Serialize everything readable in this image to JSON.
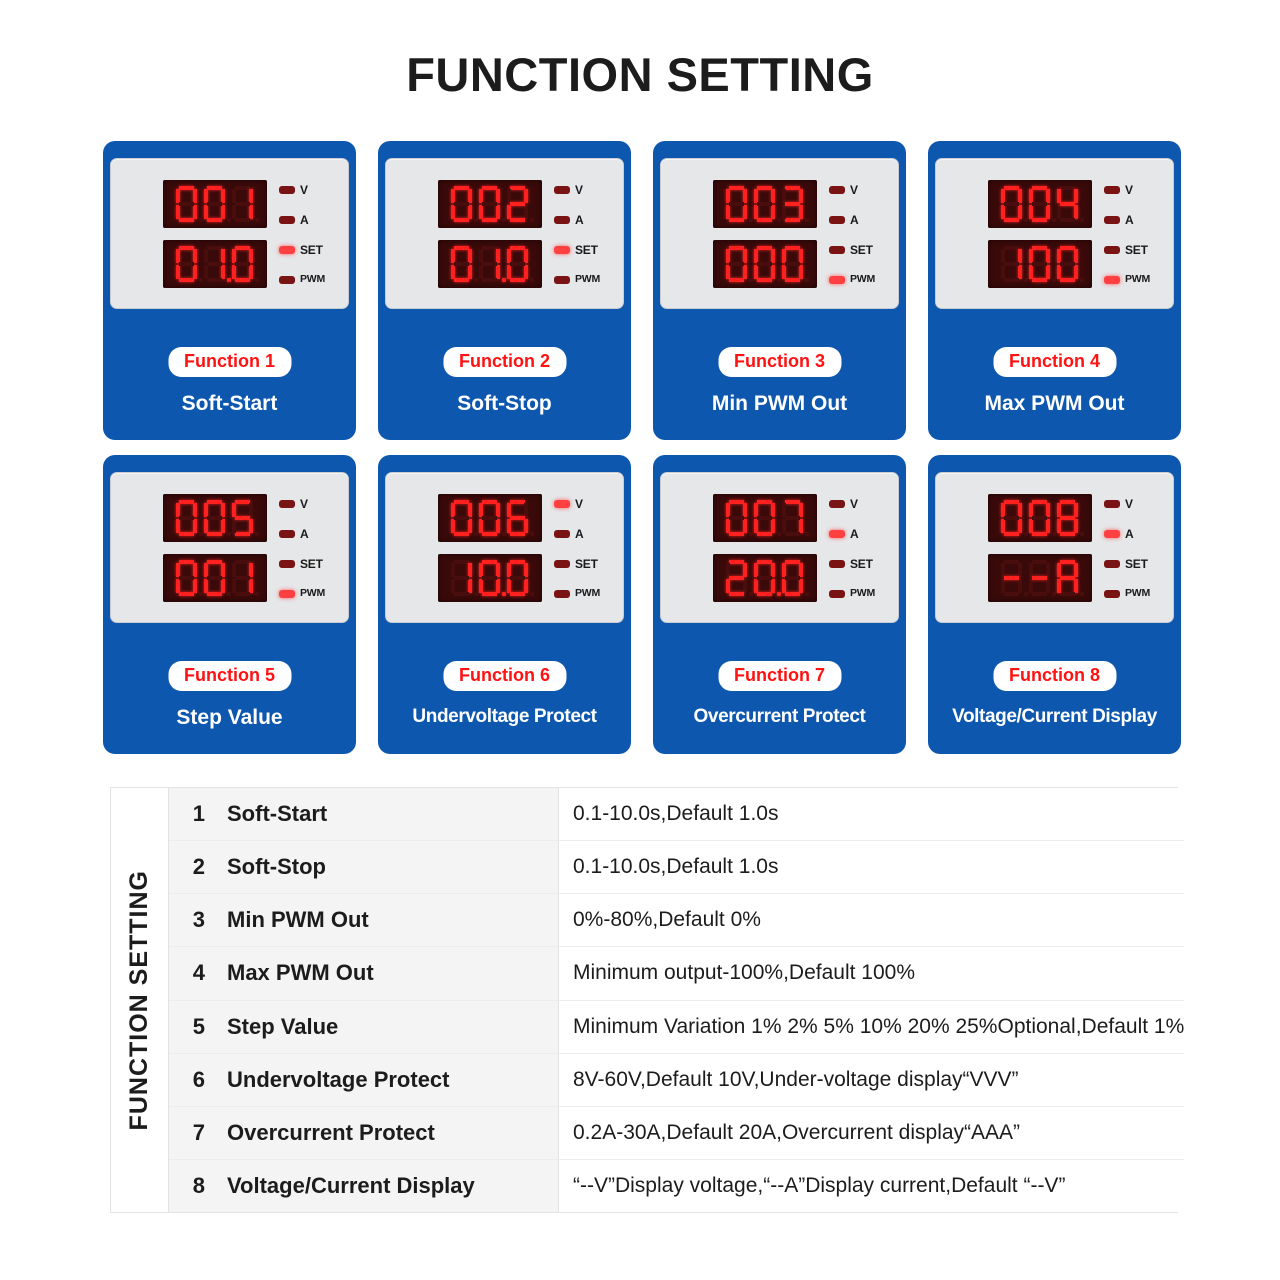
{
  "page": {
    "title": "FUNCTION SETTING",
    "accent_blue": "#0d57ae",
    "led_on_color": "#ff4040",
    "led_off_color": "#7a1414",
    "pill_text_color": "#ff1212"
  },
  "led_labels": {
    "v": "V",
    "a": "A",
    "set": "SET",
    "pwm": "PWM"
  },
  "cards": [
    {
      "pill": "Function 1",
      "name": "Soft-Start",
      "top_display": "001",
      "bottom_display": "01.0",
      "leds": {
        "v": false,
        "a": false,
        "set": true,
        "pwm": false
      }
    },
    {
      "pill": "Function 2",
      "name": "Soft-Stop",
      "top_display": "002",
      "bottom_display": "01.0",
      "leds": {
        "v": false,
        "a": false,
        "set": true,
        "pwm": false
      }
    },
    {
      "pill": "Function 3",
      "name": "Min PWM Out",
      "top_display": "003",
      "bottom_display": "000",
      "leds": {
        "v": false,
        "a": false,
        "set": false,
        "pwm": true
      }
    },
    {
      "pill": "Function 4",
      "name": "Max PWM Out",
      "top_display": "004",
      "bottom_display": "100",
      "leds": {
        "v": false,
        "a": false,
        "set": false,
        "pwm": true
      }
    },
    {
      "pill": "Function 5",
      "name": "Step Value",
      "top_display": "005",
      "bottom_display": "001",
      "leds": {
        "v": false,
        "a": false,
        "set": false,
        "pwm": true
      }
    },
    {
      "pill": "Function 6",
      "name": "Undervoltage Protect",
      "top_display": "006",
      "bottom_display": "10.0",
      "leds": {
        "v": true,
        "a": false,
        "set": false,
        "pwm": false
      }
    },
    {
      "pill": "Function 7",
      "name": "Overcurrent Protect",
      "top_display": "007",
      "bottom_display": "20.0",
      "leds": {
        "v": false,
        "a": true,
        "set": false,
        "pwm": false
      }
    },
    {
      "pill": "Function 8",
      "name": "Voltage/Current Display",
      "top_display": "008",
      "bottom_display": "--A",
      "leds": {
        "v": false,
        "a": true,
        "set": false,
        "pwm": false
      }
    }
  ],
  "table": {
    "vertical_header": "FUNCTION SETTING",
    "rows": [
      {
        "num": "1",
        "name": "Soft-Start",
        "desc": "0.1-10.0s,Default 1.0s"
      },
      {
        "num": "2",
        "name": "Soft-Stop",
        "desc": "0.1-10.0s,Default 1.0s"
      },
      {
        "num": "3",
        "name": "Min PWM Out",
        "desc": "0%-80%,Default 0%"
      },
      {
        "num": "4",
        "name": "Max PWM Out",
        "desc": "Minimum output-100%,Default 100%"
      },
      {
        "num": "5",
        "name": "Step Value",
        "desc": "Minimum Variation 1% 2% 5% 10% 20% 25%Optional,Default 1%"
      },
      {
        "num": "6",
        "name": "Undervoltage Protect",
        "desc": "8V-60V,Default 10V,Under-voltage display“VVV”"
      },
      {
        "num": "7",
        "name": "Overcurrent Protect",
        "desc": "0.2A-30A,Default 20A,Overcurrent display“AAA”"
      },
      {
        "num": "8",
        "name": "Voltage/Current Display",
        "desc": "“--V”Display voltage,“--A”Display current,Default “--V”"
      }
    ]
  }
}
